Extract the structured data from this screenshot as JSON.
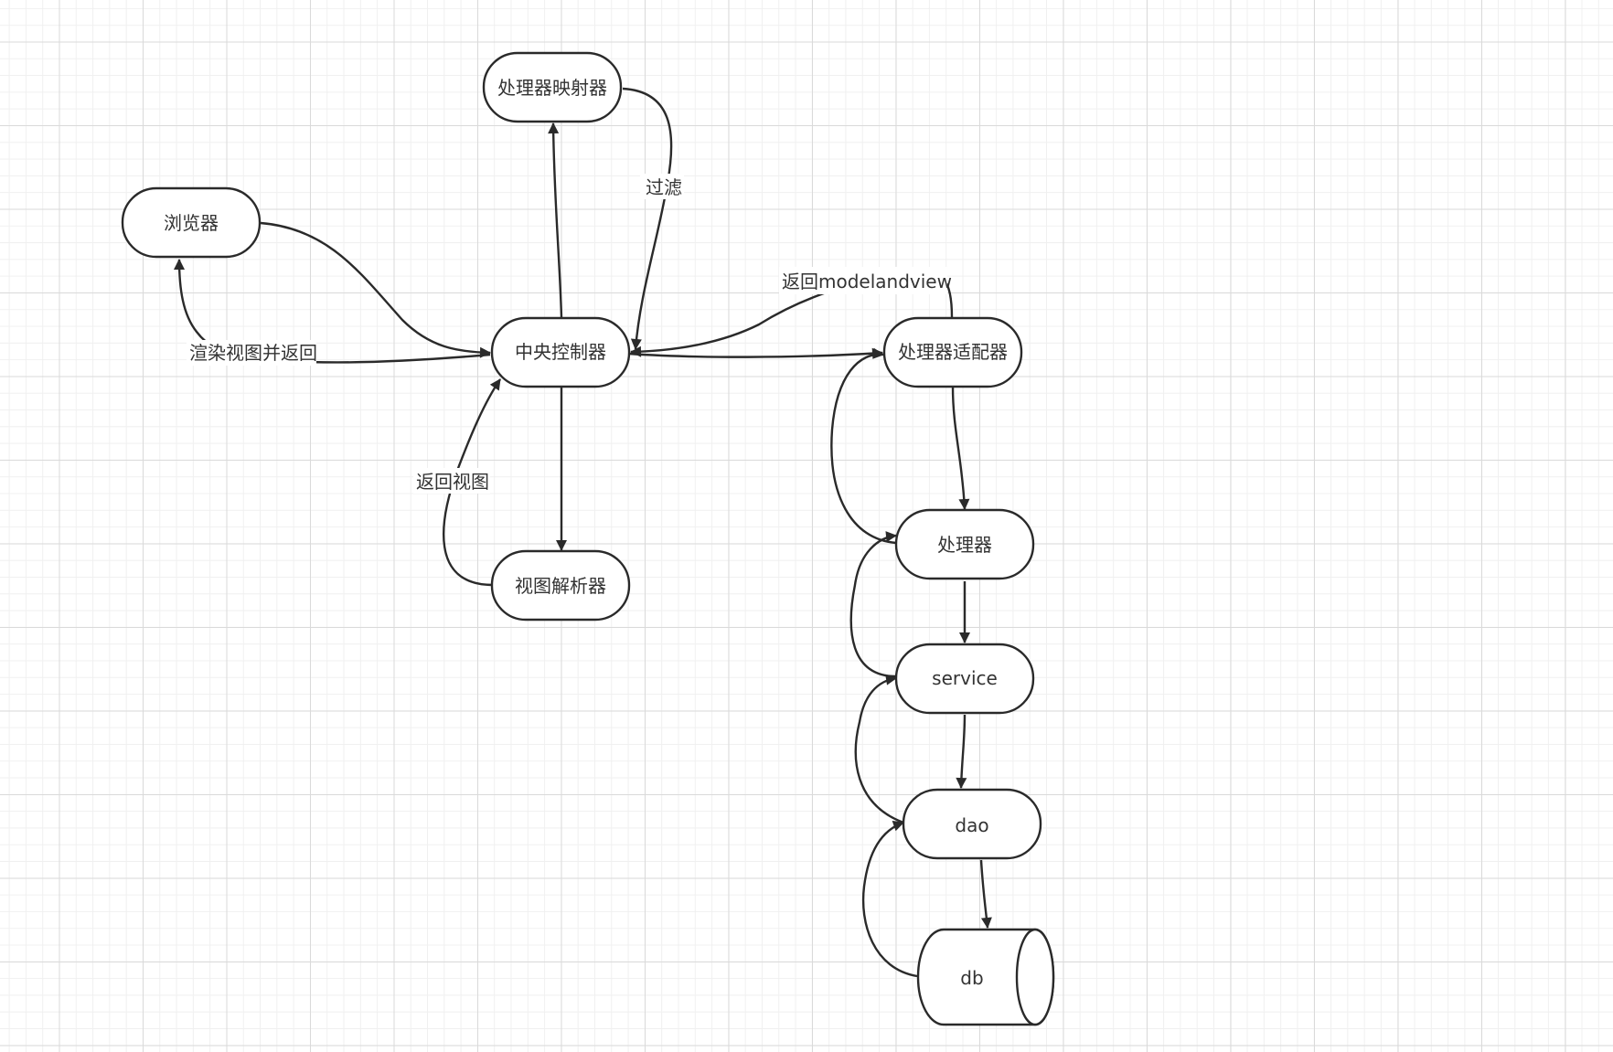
{
  "nodes": {
    "handler_mapping": "处理器映射器",
    "browser": "浏览器",
    "central_controller": "中央控制器",
    "handler_adapter": "处理器适配器",
    "view_resolver": "视图解析器",
    "handler": "处理器",
    "service": "service",
    "dao": "dao",
    "db": "db"
  },
  "edge_labels": {
    "filter": "过滤",
    "return_modelandview": "返回modelandview",
    "render_view_return": "渲染视图并返回",
    "return_view": "返回视图"
  }
}
